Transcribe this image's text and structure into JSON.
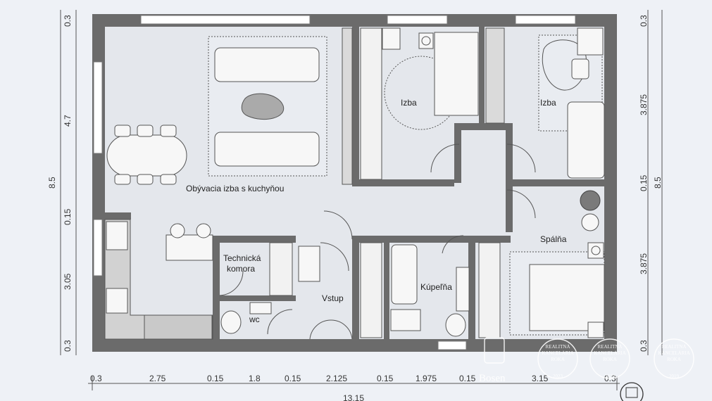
{
  "rooms": {
    "living": "Obývacia izba s kuchyňou",
    "room1": "Izba",
    "room2": "Izba",
    "bedroom": "Spálňa",
    "technical_1": "Technická",
    "technical_2": "komora",
    "entrance": "Vstup",
    "bathroom": "Kúpeľňa",
    "wc": "wc"
  },
  "dimensions": {
    "bottom": [
      "0.3",
      "2.75",
      "0.15",
      "1.8",
      "0.15",
      "2.125",
      "0.15",
      "1.975",
      "0.15",
      "3.15",
      "0.3"
    ],
    "bottom_total": "13.15",
    "left_parts": [
      "0.3",
      "4.7",
      "0.15",
      "3.05",
      "0.3"
    ],
    "left_total": "8.5",
    "right_parts": [
      "0.3",
      "3.875",
      "0.15",
      "3.875",
      "0.3"
    ],
    "right_total": "8.5"
  },
  "badges": {
    "brand": "Bosen",
    "award_1": [
      "REALITNÁ",
      "KANCELÁRIA",
      "ROKA",
      "2023"
    ],
    "award_2": [
      "REALITNÁ",
      "KANCELÁRIA",
      "ROKA",
      "2020"
    ],
    "award_3": [
      "REALITNÁ",
      "KANCELÁRIA",
      "ROKA",
      "2019"
    ]
  }
}
